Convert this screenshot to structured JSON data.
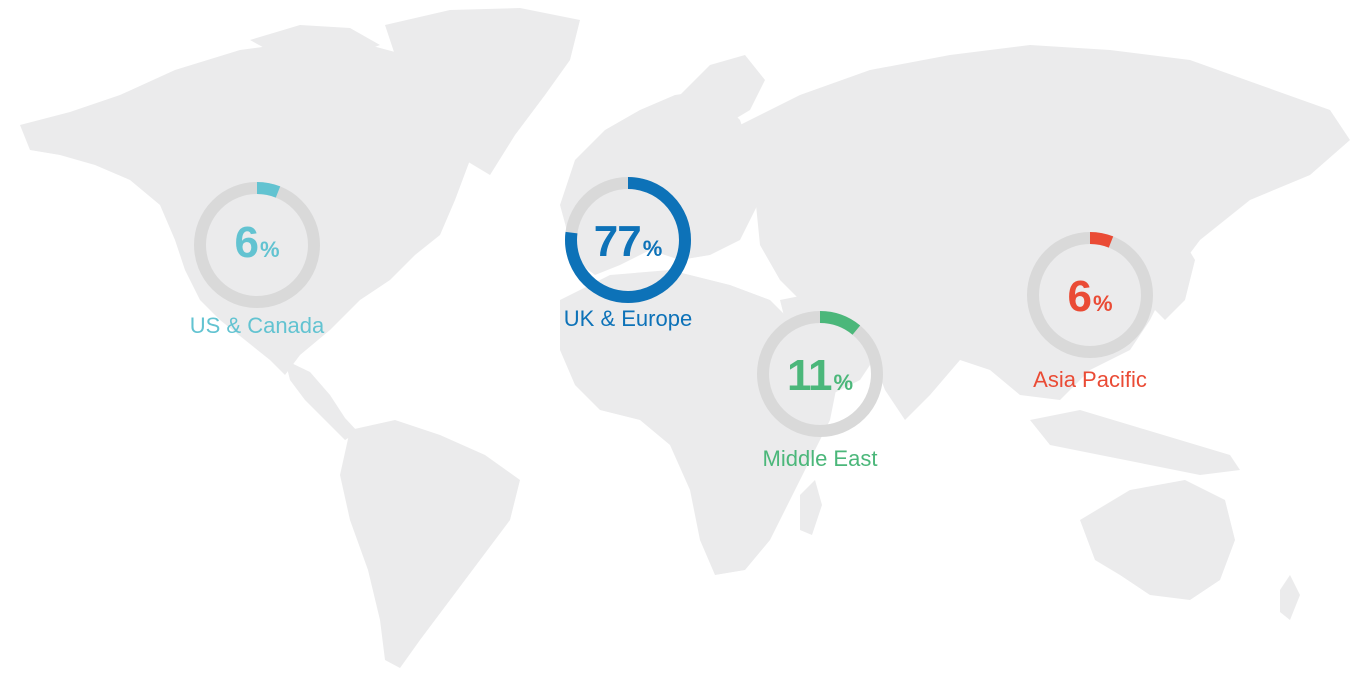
{
  "colors": {
    "land": "#ebebec",
    "track": "#d9d9d9",
    "us_canada": "#62c3d1",
    "uk_europe": "#0d72b8",
    "middle_east": "#4bb77a",
    "asia_pacific": "#ea4b35"
  },
  "regions": [
    {
      "id": "us_canada",
      "label": "US & Canada",
      "value": 6,
      "unit": "%",
      "color": "#62c3d1"
    },
    {
      "id": "uk_europe",
      "label": "UK & Europe",
      "value": 77,
      "unit": "%",
      "color": "#0d72b8"
    },
    {
      "id": "middle_east",
      "label": "Middle East",
      "value": 11,
      "unit": "%",
      "color": "#4bb77a"
    },
    {
      "id": "asia_pacific",
      "label": "Asia Pacific",
      "value": 6,
      "unit": "%",
      "color": "#ea4b35"
    }
  ]
}
